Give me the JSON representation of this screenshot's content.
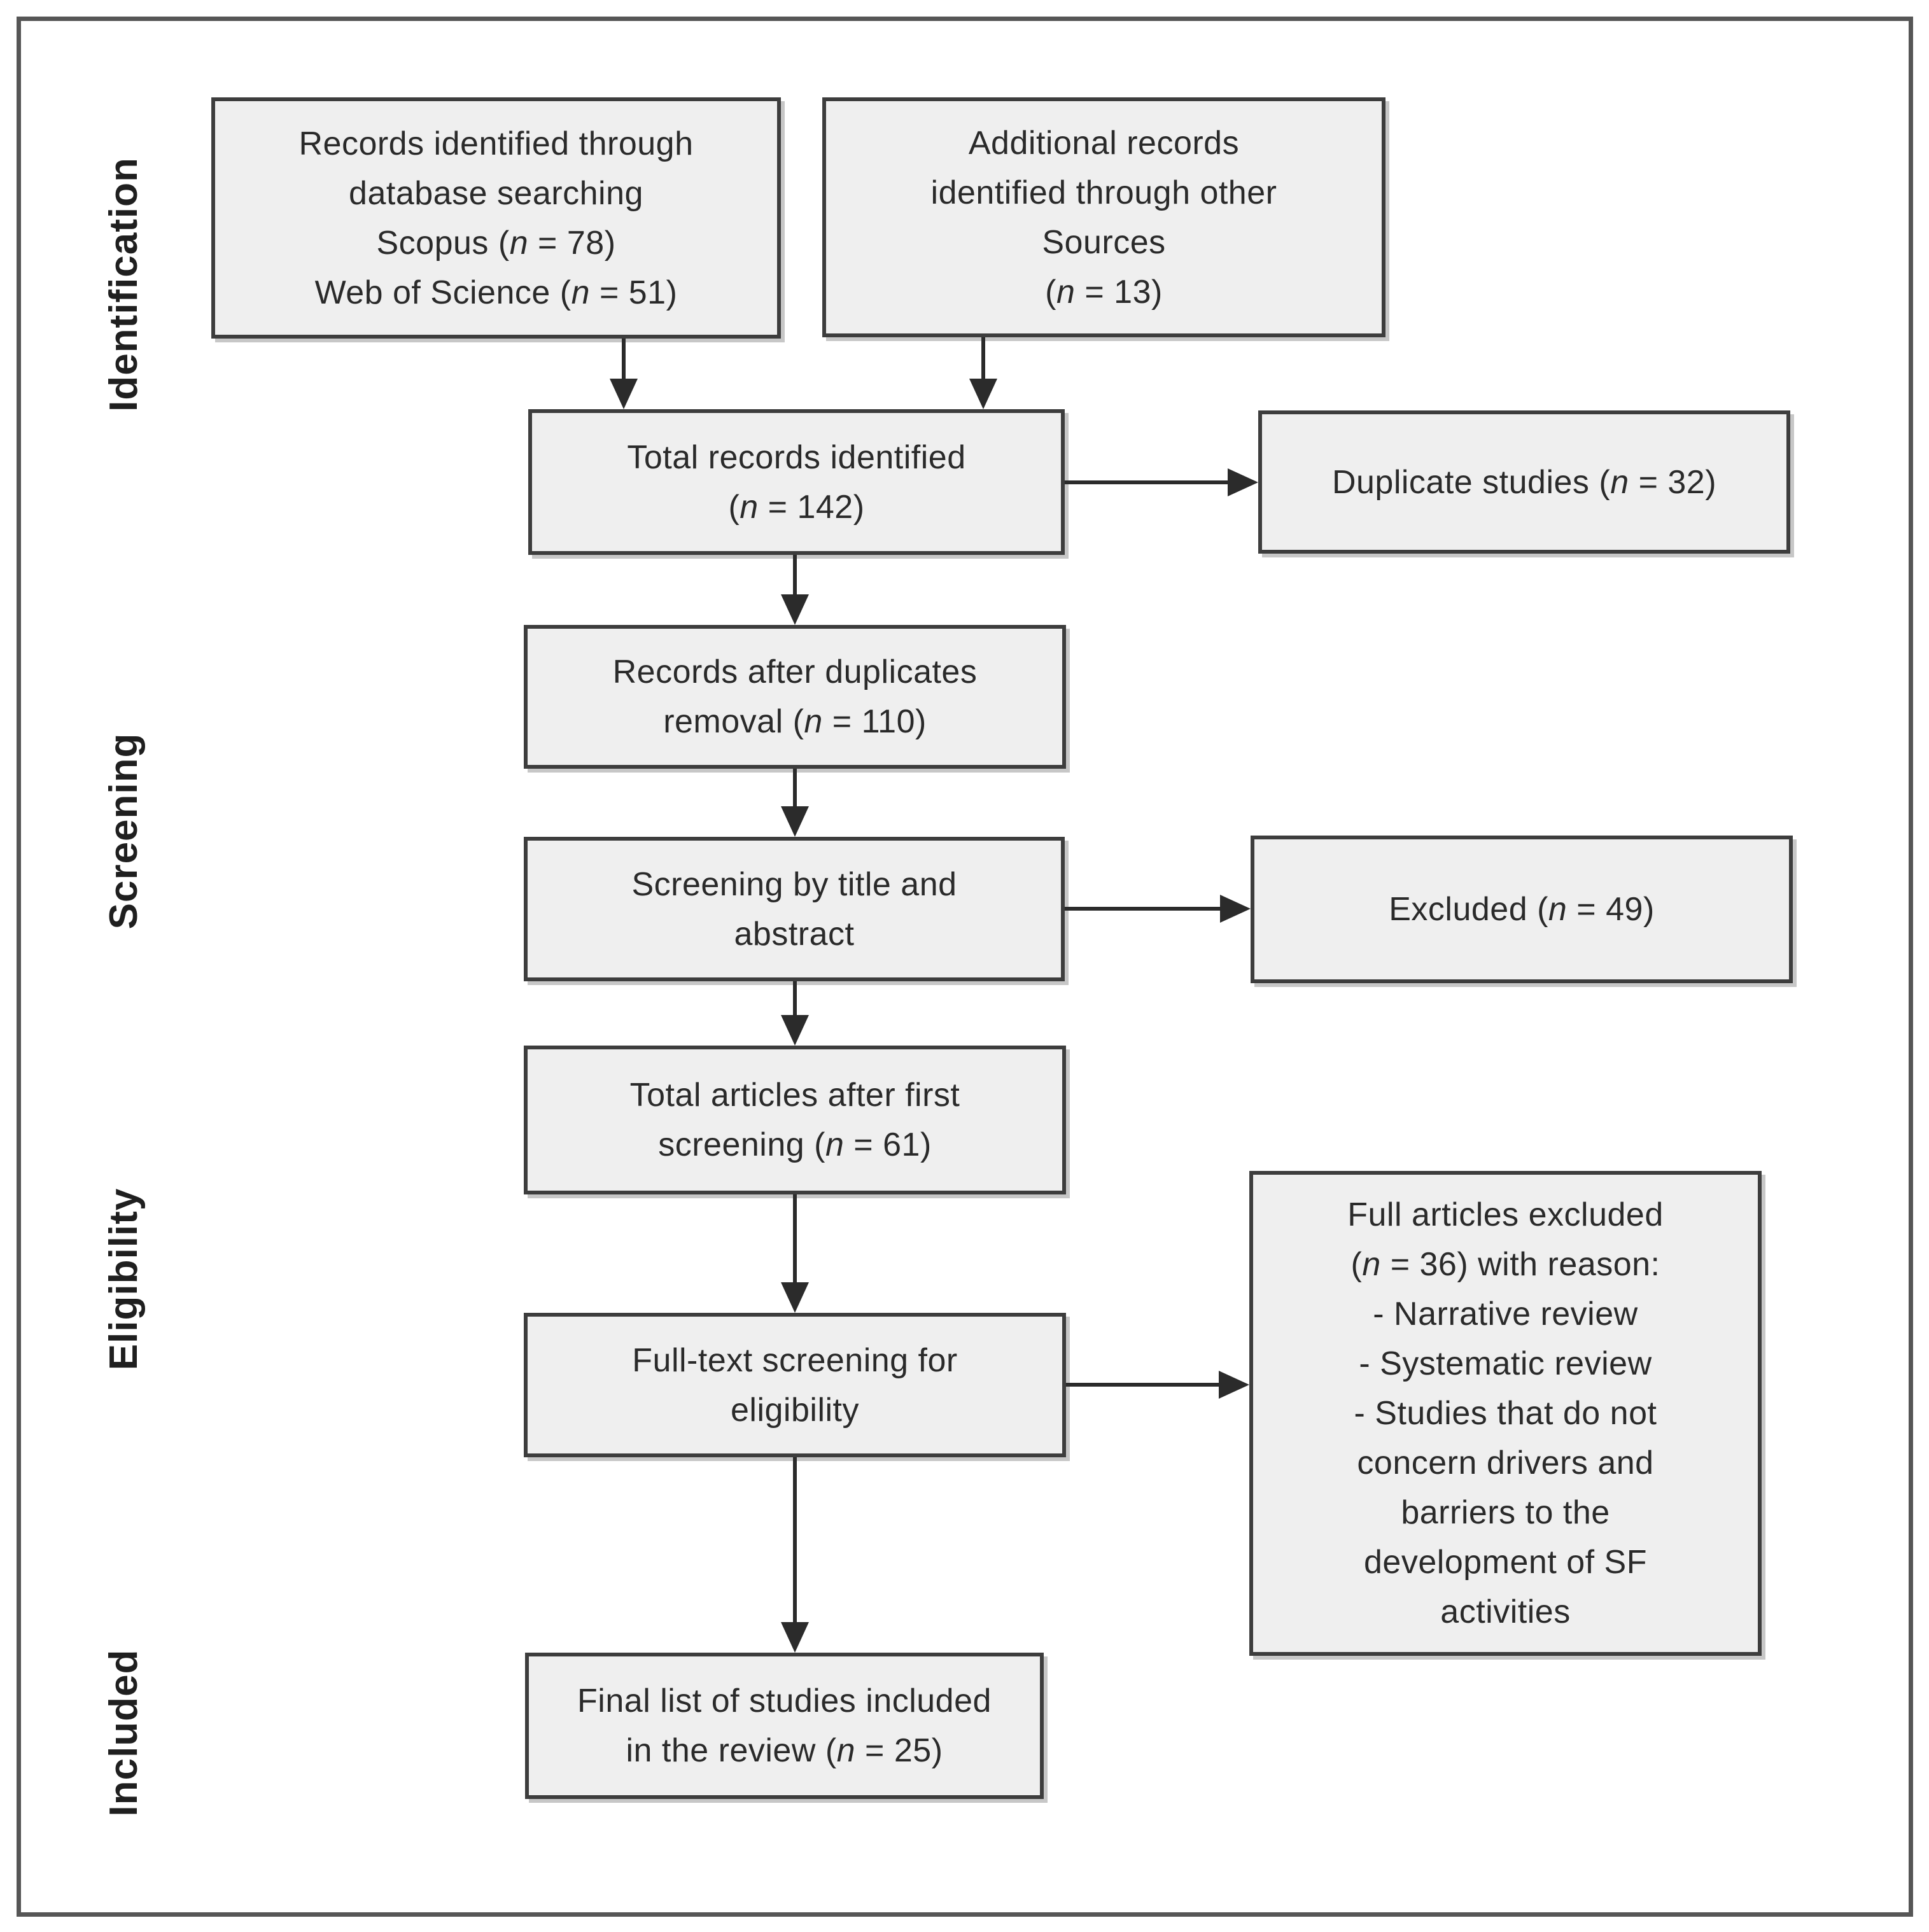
{
  "stage_labels": [
    "Identification",
    "Screening",
    "Eligibility",
    "Included"
  ],
  "boxes": {
    "db_search": {
      "lines": [
        "Records identified through",
        "database searching",
        "Scopus (n = 78)",
        "Web of Science (n = 51)"
      ]
    },
    "other_sources": {
      "lines": [
        "Additional records",
        "identified through other",
        "Sources",
        "(n = 13)"
      ]
    },
    "total_records": {
      "lines": [
        "Total records identified",
        "(n = 142)"
      ]
    },
    "duplicates": {
      "lines": [
        "Duplicate studies (n = 32)"
      ]
    },
    "after_duplicates": {
      "lines": [
        "Records after duplicates",
        "removal (n = 110)"
      ]
    },
    "title_abstract": {
      "lines": [
        "Screening by title and",
        "abstract"
      ]
    },
    "excluded": {
      "lines": [
        "Excluded (n = 49)"
      ]
    },
    "first_screening": {
      "lines": [
        "Total articles after first",
        "screening (n = 61)"
      ]
    },
    "fulltext": {
      "lines": [
        "Full-text screening for",
        "eligibility"
      ]
    },
    "fulltext_excluded": {
      "lines": [
        "Full articles excluded",
        "(n = 36) with reason:",
        "- Narrative review",
        "- Systematic review",
        "- Studies that do not",
        "concern drivers and",
        "barriers to the",
        "development of SF",
        "activities"
      ]
    },
    "final": {
      "lines": [
        "Final list of studies included",
        "in the review (n = 25)"
      ]
    }
  },
  "colors": {
    "background": "#ffffff",
    "box_fill": "#efefef",
    "box_border": "#3d3d3d",
    "frame_border": "#565656",
    "arrow": "#2b2b2b",
    "text": "#2a2a2a"
  }
}
